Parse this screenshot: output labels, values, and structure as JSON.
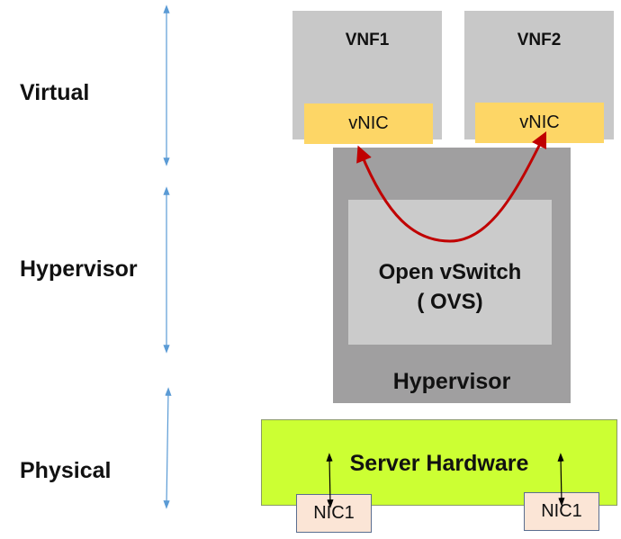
{
  "layers": [
    {
      "label": "Virtual"
    },
    {
      "label": "Hypervisor"
    },
    {
      "label": "Physical"
    }
  ],
  "vnfs": [
    {
      "label": "VNF1",
      "nic": "vNIC"
    },
    {
      "label": "VNF2",
      "nic": "vNIC"
    }
  ],
  "hypervisor": {
    "label": "Hypervisor",
    "switch_line1": "Open vSwitch",
    "switch_line2": "( OVS)"
  },
  "hardware": {
    "label": "Server Hardware",
    "nics": [
      "NIC1",
      "NIC1"
    ]
  },
  "colors": {
    "vnf": "#c8c8c8",
    "vnic": "#fdd666",
    "hypervisor": "#a09fa0",
    "ovs": "#cbcbcb",
    "hardware": "#ccff33",
    "nic": "#fbe5d6",
    "flow_arrow": "#c00000",
    "layer_arrow": "#5b9bd5"
  }
}
